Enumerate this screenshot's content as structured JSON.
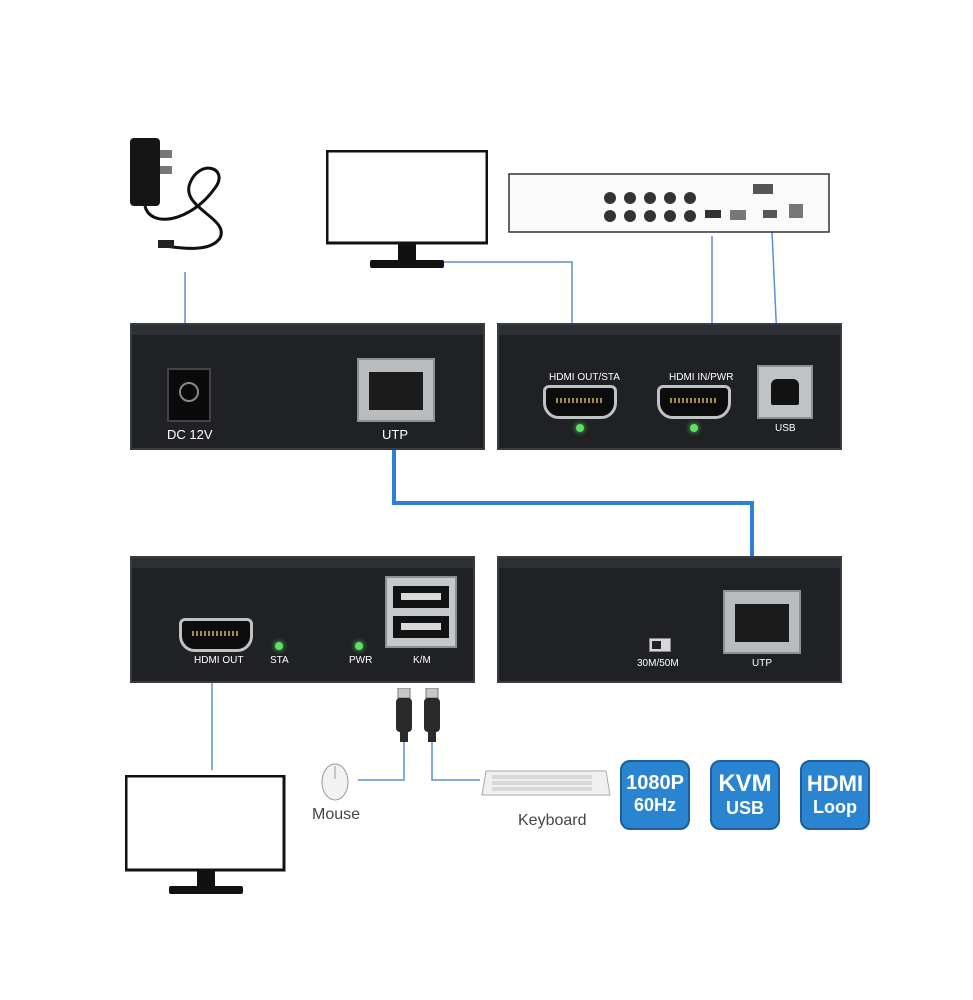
{
  "colors": {
    "box": "#1f2124",
    "cable": "#2e7fd8",
    "thin_cable": "#4a90d9",
    "led": "#5ee062",
    "badge": "#2a84cf"
  },
  "transmitter": {
    "left_unit": {
      "dc_label": "DC 12V",
      "utp_label": "UTP"
    },
    "right_unit": {
      "hdmi_out_label": "HDMI OUT/STA",
      "hdmi_in_label": "HDMI IN/PWR",
      "usb_label": "USB"
    }
  },
  "receiver": {
    "left_unit": {
      "hdmi_out_label": "HDMI OUT",
      "sta_label": "STA",
      "pwr_label": "PWR",
      "km_label": "K/M"
    },
    "right_unit": {
      "switch_label": "30M/50M",
      "utp_label": "UTP"
    }
  },
  "peripherals": {
    "mouse_label": "Mouse",
    "keyboard_label": "Keyboard"
  },
  "badges": [
    {
      "line1": "1080P",
      "line2": "60Hz"
    },
    {
      "line1": "KVM",
      "line2": "USB"
    },
    {
      "line1": "HDMI",
      "line2": "Loop"
    }
  ],
  "icons": [
    "power-adapter-icon",
    "monitor-icon",
    "dvr-icon",
    "mouse-icon",
    "keyboard-icon",
    "usb-plug-icon"
  ]
}
